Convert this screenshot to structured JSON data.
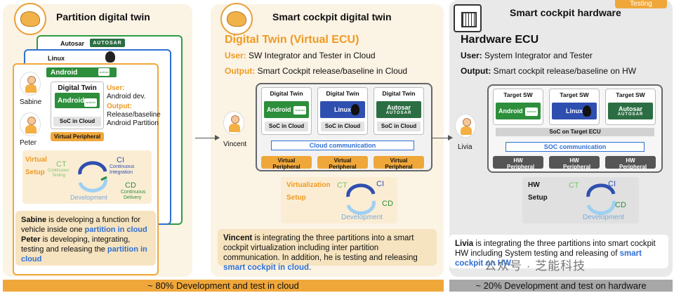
{
  "tag": "Testing",
  "col1": {
    "title": "Partition digital twin",
    "stack": {
      "autosar": "Autosar",
      "autosar_logo": "AUTOSAR",
      "linux": "Linux",
      "android": "Android",
      "android_badge": "android"
    },
    "twin": {
      "title": "Digital Twin",
      "android": "Android",
      "badge": "android",
      "soc": "SoC in Cloud"
    },
    "virtual_peripheral": "Virtual Peripheral",
    "user_label": "User:",
    "user_value": "Android dev.",
    "output_label": "Output:",
    "output_value1": "Release/baseline",
    "output_value2": "Android Partition",
    "person1": "Sabine",
    "person2": "Peter",
    "setup": {
      "l1": "Virtual",
      "l2": "Setup",
      "ct": "CT",
      "ct_sub1": "Continuous",
      "ct_sub2": "Testing",
      "ci": "CI",
      "ci_sub1": "Continuous",
      "ci_sub2": "Integration",
      "cd": "CD",
      "cd_sub1": "Continuous",
      "cd_sub2": "Delivery",
      "dev": "Development"
    },
    "desc": {
      "name1": "Sabine",
      "t1": " is developing a function for vehicle inside one ",
      "h1": "partition in cloud",
      "name2": "Peter",
      "t2": " is developing, integrating, testing and releasing the ",
      "h2": "partition in cloud"
    }
  },
  "col2": {
    "title": "Smart cockpit digital twin",
    "heading": "Digital Twin (Virtual ECU)",
    "user_label": "User:",
    "user_value": " SW Integrator and Tester in Cloud",
    "output_label": "Output:",
    "output_value": " Smart Cockpit release/baseline in Cloud",
    "cards": [
      {
        "title": "Digital Twin",
        "label": "Android",
        "badge": "android",
        "soc": "SoC in Cloud"
      },
      {
        "title": "Digital Twin",
        "label": "Linux",
        "badge": "",
        "soc": "SoC in Cloud"
      },
      {
        "title": "Digital Twin",
        "label": "Autosar",
        "badge": "AUTOSAR",
        "soc": "SoC in Cloud"
      }
    ],
    "comm": "Cloud  communication",
    "peripherals": [
      "Virtual Peripheral",
      "Virtual Peripheral",
      "Virtual Peripheral"
    ],
    "person": "Vincent",
    "setup": {
      "l1": "Virtualization",
      "l2": "Setup",
      "ct": "CT",
      "ci": "CI",
      "cd": "CD",
      "dev": "Development"
    },
    "desc": {
      "name": "Vincent",
      "t1": " is integrating the three partitions into a smart cockpit virtualization including inter partition communication. In addition, he is testing and releasing ",
      "h1": "smart cockpit in cloud",
      "t2": "."
    }
  },
  "col3": {
    "title": "Smart cockpit hardware",
    "heading": "Hardware ECU",
    "user_label": "User:",
    "user_value": " System Integrator and Tester",
    "output_label": "Output:",
    "output_value": " Smart cockpit release/baseline on HW",
    "cards": [
      {
        "title": "Target SW",
        "label": "Android",
        "badge": "android"
      },
      {
        "title": "Target SW",
        "label": "Linux",
        "badge": ""
      },
      {
        "title": "Target SW",
        "label": "Autosar",
        "badge": "AUTOSAR"
      }
    ],
    "soc": "SoC on Target ECU",
    "comm": "SOC  communication",
    "peripherals": [
      "HW Peripheral",
      "HW Peripheral",
      "HW Peripheral"
    ],
    "person": "Livia",
    "setup": {
      "l1": "HW",
      "l2": "Setup",
      "ct": "CT",
      "ci": "CI",
      "cd": "CD",
      "dev": "Development"
    },
    "desc": {
      "name": "Livia",
      "t1": " is integrating the three partitions into smart cockpit HW including System testing and releasing of ",
      "h1": "smart cockpit on HW",
      "t2": "."
    }
  },
  "bars": {
    "left": "~ 80% Development and test in cloud",
    "right": "~ 20% Development and test on hardware"
  },
  "watermark": "公众号 · 芝能科技"
}
